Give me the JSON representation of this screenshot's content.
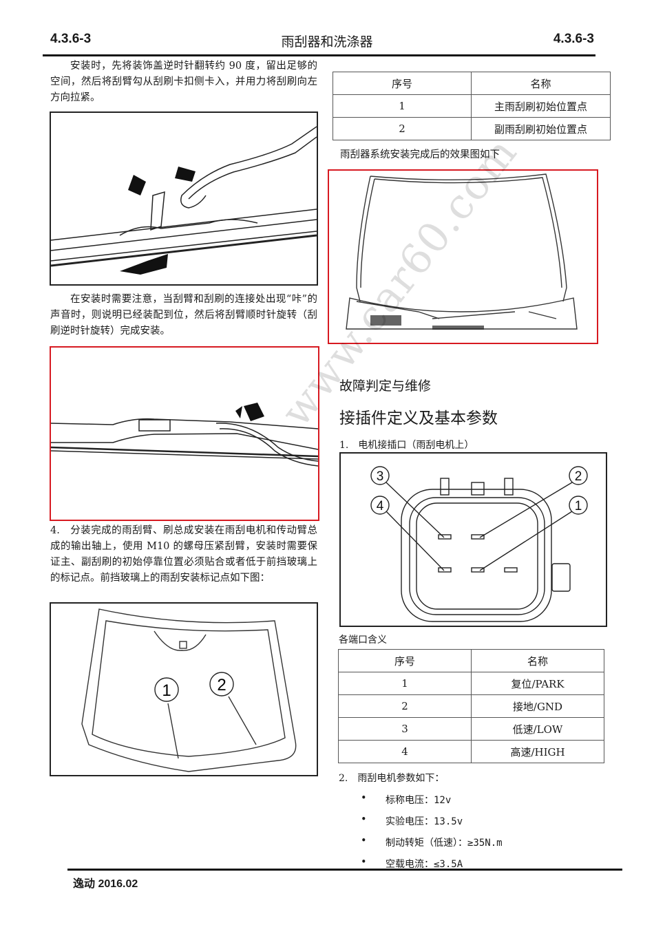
{
  "header": {
    "section_left": "4.3.6-3",
    "title": "雨刮器和洗涤器",
    "section_right": "4.3.6-3"
  },
  "left_column": {
    "para1": "安装时，先将装饰盖逆时针翻转约 90 度，留出足够的空间，然后将刮臂勾从刮刷卡扣侧卡入，并用力将刮刷向左方向拉紧。",
    "figure1": {
      "alt": "wiper-arm-hook-insertion-illustration"
    },
    "para2": "在安装时需要注意，当刮臂和刮刷的连接处出现“咔”的声音时，则说明已经装配到位，然后将刮臂顺时针旋转（刮刷逆时针旋转）完成安装。",
    "figure2": {
      "alt": "wiper-arm-rotation-illustration"
    },
    "para3": "4.　分装完成的雨刮臂、刷总成安装在雨刮电机和传动臂总成的输出轴上，使用 M10 的螺母压紧刮臂，安装时需要保证主、副刮刷的初始停靠位置必须贴合或者低于前挡玻璃上的标记点。前挡玻璃上的雨刮安装标记点如下图：",
    "figure3": {
      "alt": "windshield-marker-points",
      "callouts": [
        "1",
        "2"
      ]
    }
  },
  "right_column": {
    "table1": {
      "headers": [
        "序号",
        "名称"
      ],
      "rows": [
        [
          "1",
          "主雨刮刷初始位置点"
        ],
        [
          "2",
          "副雨刮刷初始位置点"
        ]
      ]
    },
    "caption1": "雨刮器系统安装完成后的效果图如下",
    "figure4": {
      "alt": "installed-wiper-system-view"
    },
    "heading1": "故障判定与维修",
    "heading2": "接插件定义及基本参数",
    "item1": "1.　电机接插口（雨刮电机上）",
    "figure5": {
      "alt": "motor-connector-pinout",
      "callouts": [
        "3",
        "2",
        "4",
        "1"
      ]
    },
    "caption2": "各端口含义",
    "table2": {
      "headers": [
        "序号",
        "名称"
      ],
      "rows": [
        [
          "1",
          "复位/PARK"
        ],
        [
          "2",
          "接地/GND"
        ],
        [
          "3",
          "低速/LOW"
        ],
        [
          "4",
          "高速/HIGH"
        ]
      ]
    },
    "item2": "2.　雨刮电机参数如下：",
    "bullets": [
      "标称电压：12v",
      "实验电压：13.5v",
      "制动转矩（低速）：≥35N.m",
      "空载电流：≤3.5A"
    ],
    "bullet_glyph": "•"
  },
  "footer": {
    "text": "逸动 2016.02"
  },
  "watermark": "www.car60.com",
  "colors": {
    "highlight_border": "#d71920",
    "rule": "#111111"
  }
}
